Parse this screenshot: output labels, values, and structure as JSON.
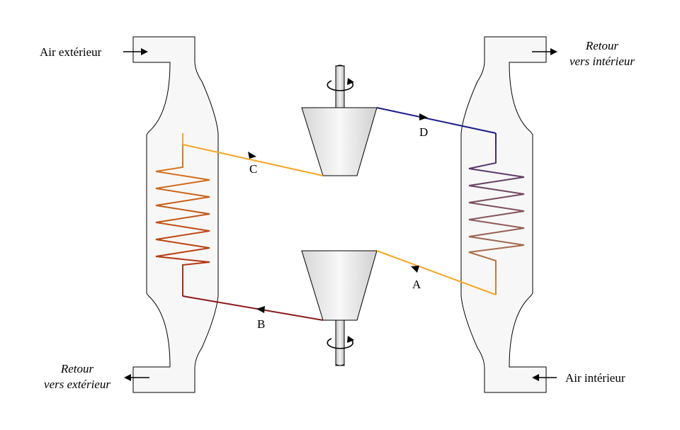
{
  "labels": {
    "outside_air_in": "Air extérieur",
    "return_outside_line1": "Retour",
    "return_outside_line2": "vers extérieur",
    "return_inside_line1": "Retour",
    "return_inside_line2": "vers intérieur",
    "inside_air_in": "Air intérieur",
    "point_a": "A",
    "point_b": "B",
    "point_c": "C",
    "point_d": "D"
  },
  "colors": {
    "duct_fill": "#f7f7f7",
    "duct_stroke": "#000000",
    "hot_orange": "#f5a623",
    "dark_red": "#8b1a1a",
    "dark_blue": "#1c1c8c",
    "purple": "#4b2a7a",
    "brown": "#b07a4a",
    "machine_fill": "#e6e6e6"
  },
  "icons": [
    "rotation-arrow-icon",
    "flow-arrow-icon"
  ]
}
